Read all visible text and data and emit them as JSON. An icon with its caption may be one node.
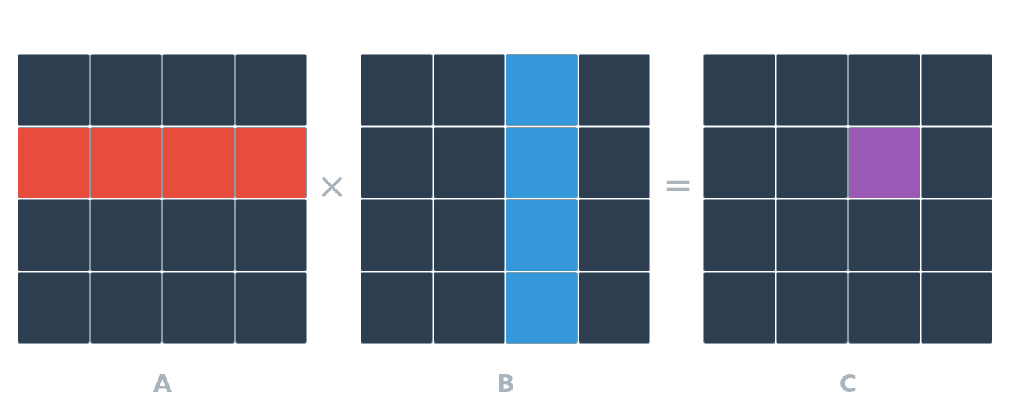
{
  "diagram": {
    "labels": [
      "×",
      "=",
      "A",
      "B",
      "C"
    ]
  }
}
